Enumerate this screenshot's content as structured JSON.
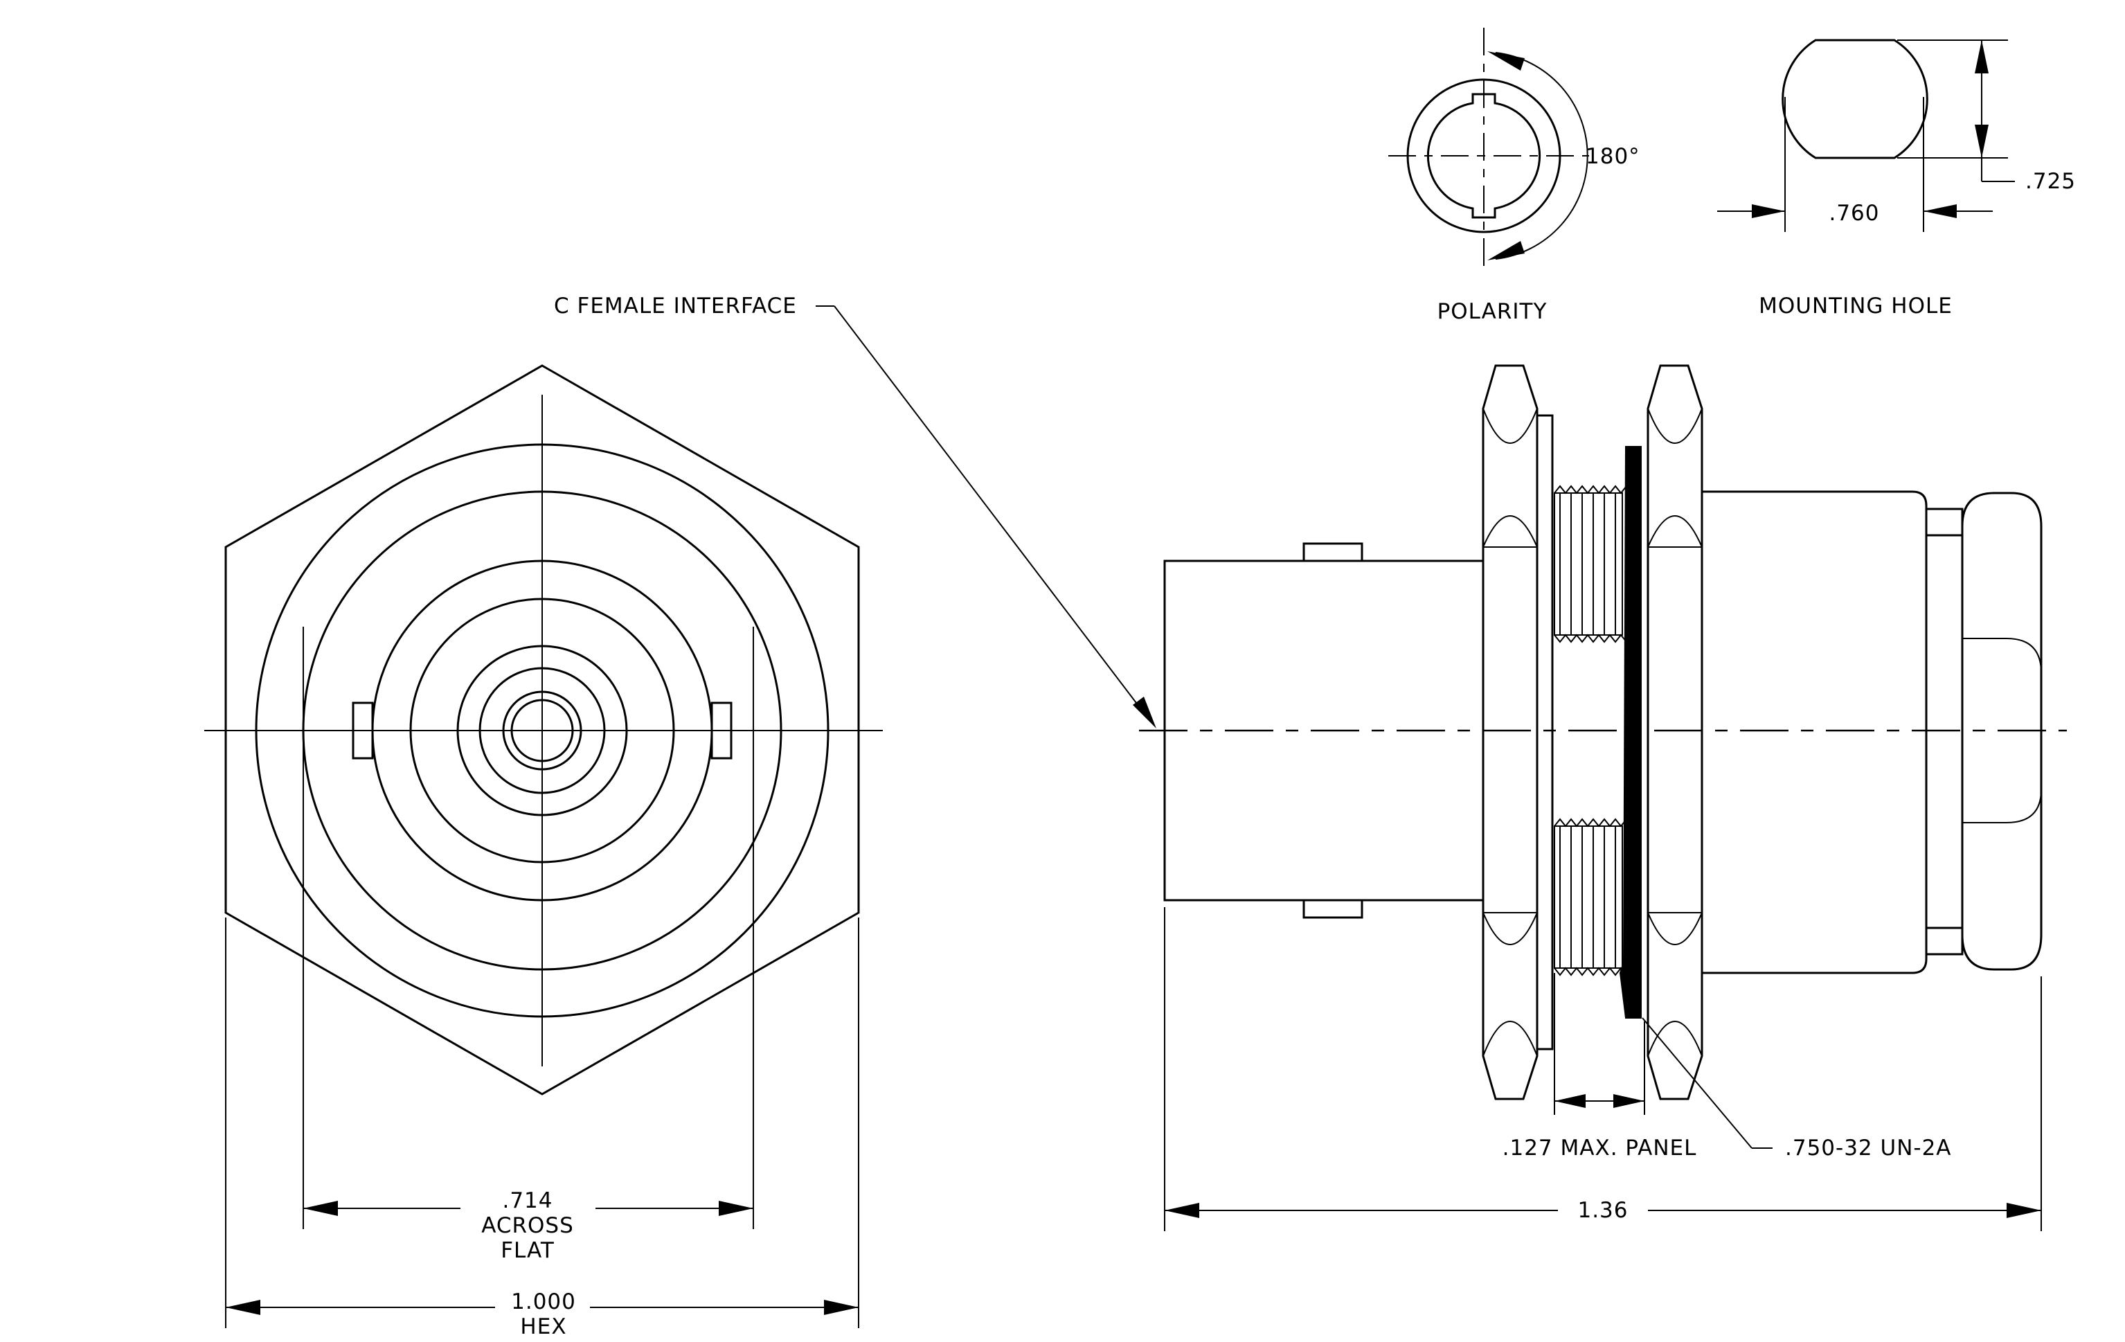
{
  "labels": {
    "interface": "C FEMALE INTERFACE",
    "polarity": "POLARITY",
    "mounting_hole": "MOUNTING HOLE",
    "angle": "180°",
    "hole_width": ".760",
    "hole_height": ".725",
    "across_flat_value": ".714",
    "across_flat_line1": "ACROSS",
    "across_flat_line2": "FLAT",
    "hex_value": "1.000",
    "hex_label": "HEX",
    "panel": ".127 MAX. PANEL",
    "thread": ".750-32 UN-2A",
    "length": "1.36"
  }
}
